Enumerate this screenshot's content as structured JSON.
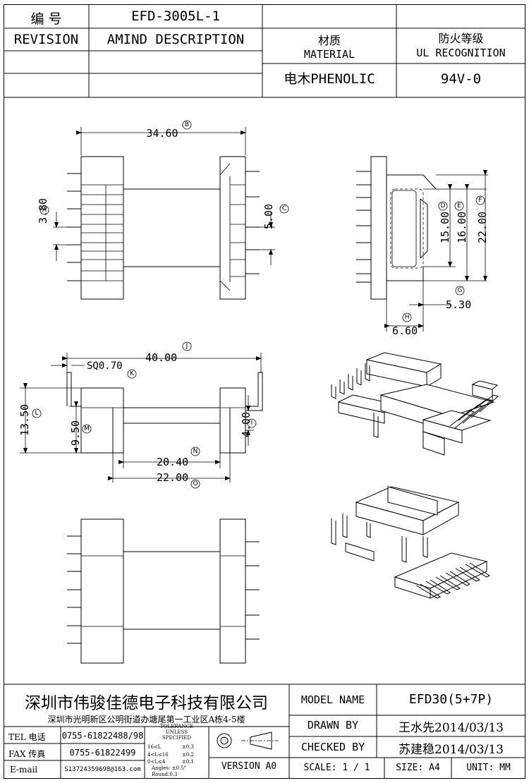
{
  "header": {
    "code_label": "编  号",
    "part_no": "EFD-3005L-1",
    "revision_label": "REVISION",
    "amend_label": "AMIND DESCRIPTION",
    "material_cn": "材质",
    "material_en": "MATERIAL",
    "material_value": "电木PHENOLIC",
    "ul_cn": "防火等级",
    "ul_en": "UL RECOGNITION",
    "ul_value": "94V-0"
  },
  "dimensions": {
    "b": "34.60",
    "a": "3.80",
    "c": "5.00",
    "d": "15.00",
    "e": "16.00",
    "f": "22.00",
    "g": "5.30",
    "h": "6.60",
    "j": "40.00",
    "k": "SQ0.70",
    "l": "13.50",
    "m": "9.50",
    "i": "4.00",
    "n": "20.40",
    "o": "22.00"
  },
  "markers": {
    "a": "A",
    "b": "B",
    "c": "C",
    "d": "D",
    "e": "E",
    "f": "F",
    "g": "G",
    "h": "H",
    "i": "I",
    "j": "J",
    "k": "K",
    "l": "L",
    "m": "M",
    "n": "N",
    "o": "O"
  },
  "footer": {
    "company": "深圳市伟骏佳德电子科技有限公司",
    "address": "深圳市光明新区公明街道办塘尾第一工业区A栋4-5楼",
    "tel_label": "TEL 电话",
    "tel": "0755-61822488/98",
    "fax_label": "FAX 传真",
    "fax": "0755-61822499",
    "email_label": "E-mail",
    "email": "S13724359698@163.com",
    "tolerance": {
      "title": "TOLERANCE",
      "unless": "UNLESS",
      "specified": "SPECIFIED",
      "r1_range": "16<L",
      "r1_tol": "±0.3",
      "r2_range": "4<L≤16",
      "r2_tol": "±0.2",
      "r3_range": "0<L≤4",
      "r3_tol": "±0.1",
      "angles": "Angles: ±0.5°",
      "round": "Round:0.3"
    },
    "version": "VERSION A0",
    "model_label": "MODEL NAME",
    "model_value": "EFD30(5+7P)",
    "drawn_label": "DRAWN BY",
    "drawn_value": "王水先2014/03/13",
    "checked_label": "CHECKED BY",
    "checked_value": "苏建稳2014/03/13",
    "scale": "SCALE: 1 / 1",
    "size": "SIZE: A4",
    "unit": "UNIT: MM"
  }
}
